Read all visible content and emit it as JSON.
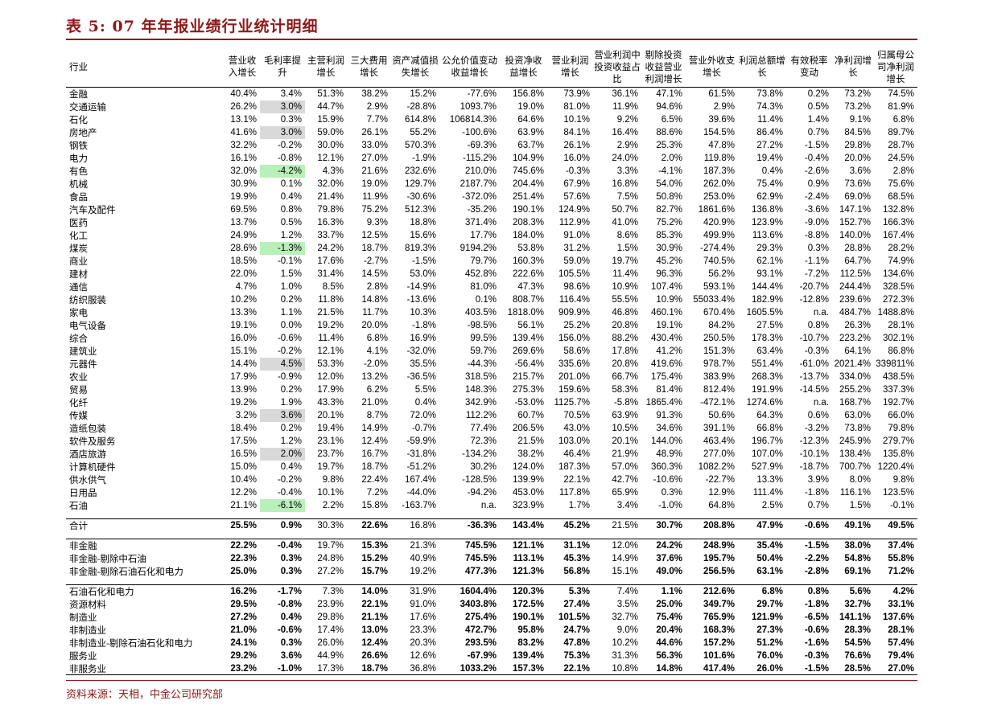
{
  "title": "表 5:  07 年年报业绩行业统计明细",
  "source": "资料来源：天相，中金公司研究部",
  "columns": [
    "行业",
    "营业收入增长",
    "毛利率提升",
    "主营利润增长",
    "三大费用增长",
    "资产减值损失增长",
    "公允价值变动收益增长",
    "投资净收益增长",
    "营业利润增长",
    "营业利润中投资收益占比",
    "剔除投资收益营业利润增长",
    "营业外收支增长",
    "利润总额增长",
    "有效税率变动",
    "净利润增长",
    "归属母公司净利润增长"
  ],
  "industries": [
    {
      "name": "金融",
      "values": [
        "40.4%",
        "3.4%",
        "51.3%",
        "38.2%",
        "15.2%",
        "-77.6%",
        "156.8%",
        "73.9%",
        "36.1%",
        "47.1%",
        "61.5%",
        "73.8%",
        "0.2%",
        "73.2%",
        "74.5%"
      ]
    },
    {
      "name": "交通运输",
      "values": [
        "26.2%",
        "3.0%",
        "44.7%",
        "2.9%",
        "-28.8%",
        "1093.7%",
        "19.0%",
        "81.0%",
        "11.9%",
        "94.6%",
        "2.9%",
        "74.3%",
        "0.5%",
        "73.2%",
        "81.9%"
      ],
      "hl": "grey"
    },
    {
      "name": "石化",
      "values": [
        "13.1%",
        "0.3%",
        "15.9%",
        "7.7%",
        "614.8%",
        "106814.3%",
        "64.6%",
        "10.1%",
        "9.2%",
        "6.5%",
        "39.6%",
        "11.4%",
        "1.4%",
        "9.1%",
        "6.8%"
      ]
    },
    {
      "name": "房地产",
      "values": [
        "41.6%",
        "3.0%",
        "59.0%",
        "26.1%",
        "55.2%",
        "-100.6%",
        "63.9%",
        "84.1%",
        "16.4%",
        "88.6%",
        "154.5%",
        "86.4%",
        "0.7%",
        "84.5%",
        "89.7%"
      ],
      "hl": "grey"
    },
    {
      "name": "钢铁",
      "values": [
        "32.2%",
        "-0.2%",
        "30.0%",
        "33.0%",
        "570.3%",
        "-69.3%",
        "63.7%",
        "26.1%",
        "2.9%",
        "25.3%",
        "47.8%",
        "27.2%",
        "-1.5%",
        "29.8%",
        "28.7%"
      ]
    },
    {
      "name": "电力",
      "values": [
        "16.1%",
        "-0.8%",
        "12.1%",
        "27.0%",
        "-1.9%",
        "-115.2%",
        "104.9%",
        "16.0%",
        "24.0%",
        "2.0%",
        "119.8%",
        "19.4%",
        "-0.4%",
        "20.0%",
        "24.5%"
      ]
    },
    {
      "name": "有色",
      "values": [
        "32.0%",
        "-4.2%",
        "4.3%",
        "21.6%",
        "232.6%",
        "210.0%",
        "745.6%",
        "-0.3%",
        "3.3%",
        "-4.1%",
        "187.3%",
        "0.4%",
        "-2.6%",
        "3.6%",
        "2.8%"
      ],
      "hl": "green"
    },
    {
      "name": "机械",
      "values": [
        "30.9%",
        "0.1%",
        "32.0%",
        "19.0%",
        "129.7%",
        "2187.7%",
        "204.4%",
        "67.9%",
        "16.8%",
        "54.0%",
        "262.0%",
        "75.4%",
        "0.9%",
        "73.6%",
        "75.6%"
      ]
    },
    {
      "name": "食品",
      "values": [
        "19.9%",
        "0.4%",
        "21.4%",
        "11.9%",
        "-30.6%",
        "-372.0%",
        "251.4%",
        "57.6%",
        "7.5%",
        "50.8%",
        "253.0%",
        "62.9%",
        "-2.4%",
        "69.0%",
        "68.5%"
      ]
    },
    {
      "name": "汽车及配件",
      "values": [
        "69.5%",
        "0.8%",
        "79.8%",
        "75.2%",
        "512.3%",
        "-35.2%",
        "190.1%",
        "124.9%",
        "50.7%",
        "82.7%",
        "1861.6%",
        "136.8%",
        "-3.6%",
        "147.1%",
        "132.8%"
      ]
    },
    {
      "name": "医药",
      "values": [
        "13.7%",
        "0.5%",
        "16.3%",
        "9.3%",
        "18.8%",
        "371.4%",
        "208.3%",
        "112.9%",
        "41.0%",
        "75.2%",
        "420.9%",
        "123.9%",
        "-9.0%",
        "152.7%",
        "166.3%"
      ]
    },
    {
      "name": "化工",
      "values": [
        "24.9%",
        "1.2%",
        "33.7%",
        "12.5%",
        "15.6%",
        "17.7%",
        "184.0%",
        "91.0%",
        "8.6%",
        "85.3%",
        "499.9%",
        "113.6%",
        "-8.8%",
        "140.0%",
        "167.4%"
      ]
    },
    {
      "name": "煤炭",
      "values": [
        "28.6%",
        "-1.3%",
        "24.2%",
        "18.7%",
        "819.3%",
        "9194.2%",
        "53.8%",
        "31.2%",
        "1.5%",
        "30.9%",
        "-274.4%",
        "29.3%",
        "0.3%",
        "28.8%",
        "28.2%"
      ],
      "hl": "green"
    },
    {
      "name": "商业",
      "values": [
        "18.5%",
        "-0.1%",
        "17.6%",
        "-2.7%",
        "-1.5%",
        "79.7%",
        "160.3%",
        "59.0%",
        "19.7%",
        "45.2%",
        "740.5%",
        "62.1%",
        "-1.1%",
        "64.7%",
        "74.9%"
      ]
    },
    {
      "name": "建材",
      "values": [
        "22.0%",
        "1.5%",
        "31.4%",
        "14.5%",
        "53.0%",
        "452.8%",
        "222.6%",
        "105.5%",
        "11.4%",
        "96.3%",
        "56.2%",
        "93.1%",
        "-7.2%",
        "112.5%",
        "134.6%"
      ]
    },
    {
      "name": "通信",
      "values": [
        "4.7%",
        "1.0%",
        "8.5%",
        "2.8%",
        "-14.9%",
        "81.0%",
        "47.3%",
        "98.6%",
        "10.9%",
        "107.4%",
        "593.1%",
        "144.4%",
        "-20.7%",
        "244.4%",
        "328.5%"
      ]
    },
    {
      "name": "纺织服装",
      "values": [
        "10.2%",
        "0.2%",
        "11.8%",
        "14.8%",
        "-13.6%",
        "0.1%",
        "808.7%",
        "116.4%",
        "55.5%",
        "10.9%",
        "55033.4%",
        "182.9%",
        "-12.8%",
        "239.6%",
        "272.3%"
      ]
    },
    {
      "name": "家电",
      "values": [
        "13.3%",
        "1.1%",
        "21.5%",
        "11.7%",
        "10.3%",
        "403.5%",
        "1818.0%",
        "909.9%",
        "46.8%",
        "460.1%",
        "670.4%",
        "1605.5%",
        "n.a.",
        "484.7%",
        "1488.8%"
      ]
    },
    {
      "name": "电气设备",
      "values": [
        "19.1%",
        "0.0%",
        "19.2%",
        "20.0%",
        "-1.8%",
        "-98.5%",
        "56.1%",
        "25.2%",
        "20.8%",
        "19.1%",
        "84.2%",
        "27.5%",
        "0.8%",
        "26.3%",
        "28.1%"
      ]
    },
    {
      "name": "综合",
      "values": [
        "16.0%",
        "-0.6%",
        "11.4%",
        "6.8%",
        "16.9%",
        "99.5%",
        "139.4%",
        "156.0%",
        "88.2%",
        "430.4%",
        "250.5%",
        "178.3%",
        "-10.7%",
        "223.2%",
        "302.1%"
      ]
    },
    {
      "name": "建筑业",
      "values": [
        "15.1%",
        "-0.2%",
        "12.1%",
        "4.1%",
        "-32.0%",
        "59.7%",
        "269.6%",
        "58.6%",
        "17.8%",
        "41.2%",
        "151.3%",
        "63.4%",
        "-0.3%",
        "64.1%",
        "86.8%"
      ]
    },
    {
      "name": "元器件",
      "values": [
        "14.4%",
        "4.5%",
        "53.3%",
        "-2.0%",
        "35.5%",
        "-44.3%",
        "-56.4%",
        "335.6%",
        "20.8%",
        "419.6%",
        "978.7%",
        "551.4%",
        "-61.0%",
        "2021.4%",
        "339811%"
      ],
      "hl": "grey"
    },
    {
      "name": "农业",
      "values": [
        "17.9%",
        "-0.9%",
        "12.0%",
        "13.2%",
        "-36.5%",
        "318.5%",
        "215.7%",
        "201.0%",
        "66.7%",
        "175.4%",
        "383.9%",
        "268.3%",
        "-13.7%",
        "334.0%",
        "438.5%"
      ]
    },
    {
      "name": "贸易",
      "values": [
        "13.9%",
        "0.2%",
        "17.9%",
        "6.2%",
        "5.5%",
        "148.3%",
        "275.3%",
        "159.6%",
        "58.3%",
        "81.4%",
        "812.4%",
        "191.9%",
        "-14.5%",
        "255.2%",
        "337.3%"
      ]
    },
    {
      "name": "化纤",
      "values": [
        "19.2%",
        "1.9%",
        "43.3%",
        "21.0%",
        "0.4%",
        "342.9%",
        "-53.0%",
        "1125.7%",
        "-5.8%",
        "1865.4%",
        "-472.1%",
        "1274.6%",
        "n.a.",
        "168.7%",
        "192.7%"
      ]
    },
    {
      "name": "传媒",
      "values": [
        "3.2%",
        "3.6%",
        "20.1%",
        "8.7%",
        "72.0%",
        "112.2%",
        "60.7%",
        "70.5%",
        "63.9%",
        "91.3%",
        "50.6%",
        "64.3%",
        "0.6%",
        "63.0%",
        "66.0%"
      ],
      "hl": "grey"
    },
    {
      "name": "造纸包装",
      "values": [
        "18.4%",
        "0.2%",
        "19.4%",
        "14.9%",
        "-0.7%",
        "77.4%",
        "206.5%",
        "43.0%",
        "10.5%",
        "34.6%",
        "391.1%",
        "66.8%",
        "-3.2%",
        "73.8%",
        "79.8%"
      ]
    },
    {
      "name": "软件及服务",
      "values": [
        "17.5%",
        "1.2%",
        "23.1%",
        "12.4%",
        "-59.9%",
        "72.3%",
        "21.5%",
        "103.0%",
        "20.1%",
        "144.0%",
        "463.4%",
        "196.7%",
        "-12.3%",
        "245.9%",
        "279.7%"
      ]
    },
    {
      "name": "酒店旅游",
      "values": [
        "16.5%",
        "2.0%",
        "23.7%",
        "16.7%",
        "-31.8%",
        "-134.2%",
        "38.2%",
        "46.4%",
        "21.9%",
        "48.9%",
        "277.0%",
        "107.0%",
        "-10.1%",
        "138.4%",
        "135.8%"
      ],
      "hl": "grey"
    },
    {
      "name": "计算机硬件",
      "values": [
        "15.0%",
        "0.4%",
        "19.7%",
        "18.7%",
        "-51.2%",
        "30.2%",
        "124.0%",
        "187.3%",
        "57.0%",
        "360.3%",
        "1082.2%",
        "527.9%",
        "-18.7%",
        "700.7%",
        "1220.4%"
      ]
    },
    {
      "name": "供水供气",
      "values": [
        "10.4%",
        "-0.2%",
        "9.8%",
        "22.4%",
        "167.4%",
        "-128.5%",
        "139.9%",
        "22.1%",
        "42.7%",
        "-10.6%",
        "-22.7%",
        "13.3%",
        "3.9%",
        "8.0%",
        "9.8%"
      ]
    },
    {
      "name": "日用品",
      "values": [
        "12.2%",
        "-0.4%",
        "10.1%",
        "7.2%",
        "-44.0%",
        "-94.2%",
        "453.0%",
        "117.8%",
        "65.9%",
        "0.3%",
        "12.9%",
        "111.4%",
        "-1.8%",
        "116.1%",
        "123.5%"
      ]
    },
    {
      "name": "石油",
      "values": [
        "21.1%",
        "-6.1%",
        "2.2%",
        "15.8%",
        "-163.7%",
        "n.a.",
        "323.9%",
        "1.7%",
        "3.4%",
        "-1.0%",
        "64.8%",
        "2.5%",
        "0.7%",
        "1.5%",
        "-0.1%"
      ],
      "hl": "green"
    }
  ],
  "total": {
    "name": "合计",
    "values": [
      "25.5%",
      "0.9%",
      "30.3%",
      "22.6%",
      "16.8%",
      "-36.3%",
      "143.4%",
      "45.2%",
      "21.5%",
      "30.7%",
      "208.8%",
      "47.9%",
      "-0.6%",
      "49.1%",
      "49.5%"
    ]
  },
  "nonfin": [
    {
      "name": "非金融",
      "values": [
        "22.2%",
        "-0.4%",
        "19.7%",
        "15.3%",
        "21.3%",
        "745.5%",
        "121.1%",
        "31.1%",
        "12.0%",
        "24.2%",
        "248.9%",
        "35.4%",
        "-1.5%",
        "38.0%",
        "37.4%"
      ]
    },
    {
      "name": "非金融-剔除中石油",
      "values": [
        "22.3%",
        "0.3%",
        "24.8%",
        "15.2%",
        "40.9%",
        "745.5%",
        "113.1%",
        "45.3%",
        "14.9%",
        "37.6%",
        "195.7%",
        "50.4%",
        "-2.2%",
        "54.8%",
        "55.8%"
      ]
    },
    {
      "name": "非金融-剔除石油石化和电力",
      "values": [
        "25.0%",
        "0.3%",
        "27.2%",
        "15.7%",
        "19.2%",
        "477.3%",
        "121.3%",
        "56.8%",
        "15.1%",
        "49.0%",
        "256.5%",
        "63.1%",
        "-2.8%",
        "69.1%",
        "71.2%"
      ]
    }
  ],
  "sectors": [
    {
      "name": "石油石化和电力",
      "values": [
        "16.2%",
        "-1.7%",
        "7.3%",
        "14.0%",
        "31.9%",
        "1604.4%",
        "120.3%",
        "5.3%",
        "7.4%",
        "1.1%",
        "212.6%",
        "6.8%",
        "0.8%",
        "5.6%",
        "4.2%"
      ]
    },
    {
      "name": "资源材料",
      "values": [
        "29.5%",
        "-0.8%",
        "23.9%",
        "22.1%",
        "91.0%",
        "3403.8%",
        "172.5%",
        "27.4%",
        "3.5%",
        "25.0%",
        "349.7%",
        "29.7%",
        "-1.8%",
        "32.7%",
        "33.1%"
      ]
    },
    {
      "name": "制造业",
      "values": [
        "27.2%",
        "0.4%",
        "29.8%",
        "21.1%",
        "17.6%",
        "275.4%",
        "190.1%",
        "101.5%",
        "32.7%",
        "75.4%",
        "765.9%",
        "121.9%",
        "-6.5%",
        "141.1%",
        "137.6%"
      ]
    },
    {
      "name": "非制造业",
      "values": [
        "21.0%",
        "-0.6%",
        "17.4%",
        "13.0%",
        "23.3%",
        "472.7%",
        "95.8%",
        "24.7%",
        "9.0%",
        "20.4%",
        "168.3%",
        "27.3%",
        "-0.6%",
        "28.3%",
        "28.1%"
      ]
    },
    {
      "name": "非制造业-剔除石油石化和电力",
      "values": [
        "24.1%",
        "0.3%",
        "26.0%",
        "12.4%",
        "20.3%",
        "293.5%",
        "83.2%",
        "47.8%",
        "10.2%",
        "44.6%",
        "157.2%",
        "51.2%",
        "-1.6%",
        "54.5%",
        "57.4%"
      ]
    },
    {
      "name": "服务业",
      "values": [
        "29.2%",
        "3.6%",
        "44.9%",
        "26.6%",
        "12.6%",
        "-67.9%",
        "139.4%",
        "75.3%",
        "31.3%",
        "56.3%",
        "101.6%",
        "76.0%",
        "-0.3%",
        "76.6%",
        "79.4%"
      ]
    },
    {
      "name": "非服务业",
      "values": [
        "23.2%",
        "-1.0%",
        "17.3%",
        "18.7%",
        "36.8%",
        "1033.2%",
        "157.3%",
        "22.1%",
        "10.8%",
        "14.8%",
        "417.4%",
        "26.0%",
        "-1.5%",
        "28.5%",
        "27.0%"
      ]
    }
  ]
}
